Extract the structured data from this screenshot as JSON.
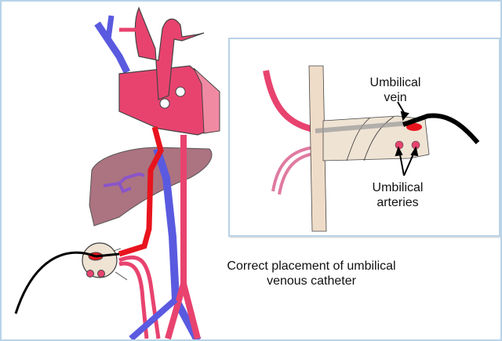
{
  "inset": {
    "vein_label": [
      "Umbilical",
      "vein"
    ],
    "arteries_label": [
      "Umbilical",
      "arteries"
    ]
  },
  "caption": [
    "Correct placement of umbilical",
    "venous catheter"
  ],
  "colors": {
    "vein": "#5a5ae0",
    "artery": "#e0406e",
    "catheter_tip": "#e8141e",
    "liver": "#9e5a6a",
    "cord": "#efe3d4",
    "border": "#b9d3e8"
  }
}
